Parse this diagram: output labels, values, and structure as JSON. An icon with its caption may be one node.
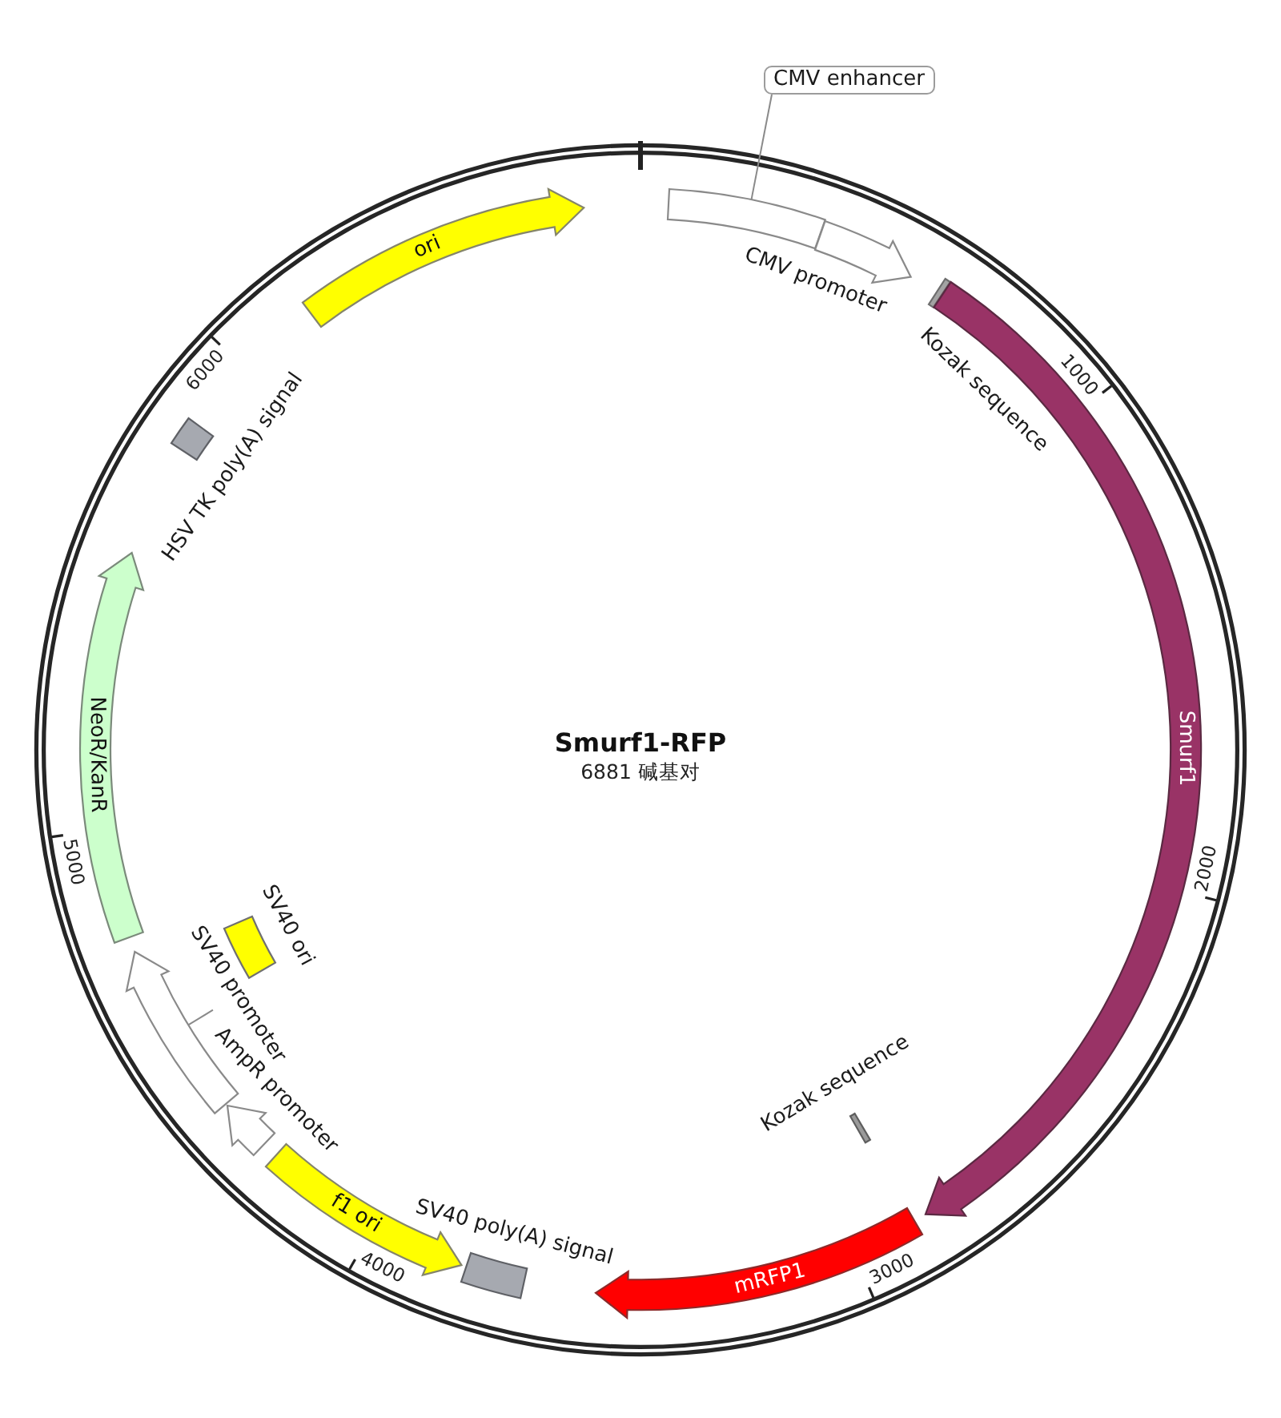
{
  "diagram": {
    "title": "Smurf1-RFP",
    "nodes": [
      {
        "text": [
          "CMV enhancer"
        ]
      },
      {
        "text": [],
        "shape": "box"
      },
      {
        "text": [],
        "shape": "arrow",
        "beside": [
          "CMV promoter"
        ]
      },
      {
        "text": [],
        "shape": "bar"
      },
      {
        "text": [
          "Smurf1"
        ]
      },
      {
        "text": [],
        "shape": "bar",
        "beside": [
          "Kozak sequence"
        ]
      },
      {
        "text": [
          "mRFP1"
        ]
      },
      {
        "text": [],
        "shape": "box",
        "beside": [
          "SV40 poly(A) signal"
        ]
      },
      {
        "text": [
          "f1 ori"
        ]
      },
      {
        "text": [],
        "shape": "arrow",
        "beside": [
          "AmpR promoter"
        ]
      },
      {
        "text": [
          "SV40 promoter"
        ]
      },
      {
        "text": [],
        "shape": "arrow"
      },
      {
        "text": [],
        "shape": "box",
        "beside": [
          "SV40 ori"
        ]
      },
      {
        "text": [
          "NeoR/KanR"
        ]
      },
      {
        "text": [],
        "shape": "box",
        "beside": [
          "HSV TK poly(A) signal"
        ]
      },
      {
        "text": [
          "ori"
        ]
      }
    ],
    "edges": [
      {
        "from": 0,
        "to": 1,
        "arrow": "none"
      },
      {
        "from": 10,
        "to": 11,
        "arrow": "none"
      }
    ],
    "labels": [
      "Kozak sequence",
      "6881 碱基对",
      "1000",
      "2000",
      "3000",
      "4000",
      "5000",
      "6000"
    ]
  }
}
